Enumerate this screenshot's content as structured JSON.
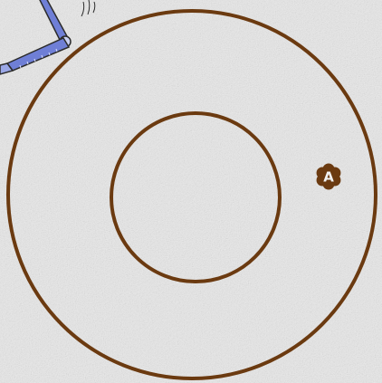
{
  "background": {
    "color": "#e9e9e9",
    "texture": "speckled-paper"
  },
  "figure": {
    "stroke_color": "#6b3a10",
    "outer_circle": {
      "stroke": "#6b3a10"
    },
    "inner_circle": {
      "stroke": "#6b3a10"
    },
    "point_marker": {
      "label": "A",
      "shape": "flower",
      "fill_color": "#6b3a10",
      "label_color": "#f2f2f2"
    }
  },
  "tool": {
    "icon": "compass-icon",
    "color": "#6f7fd6",
    "outline_color": "#2b2b2b"
  }
}
